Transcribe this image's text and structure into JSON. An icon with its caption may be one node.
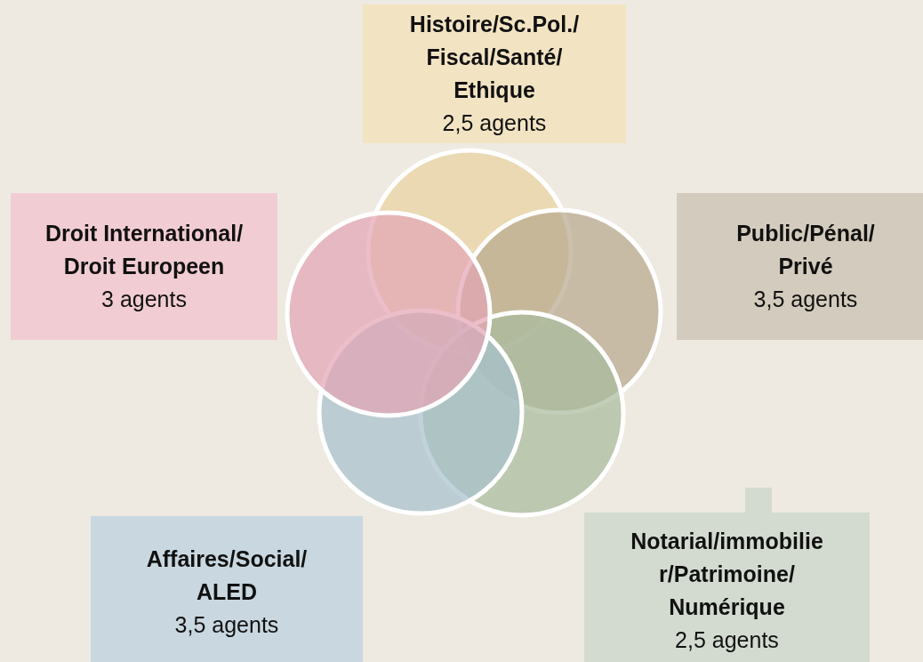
{
  "diagram": {
    "nodes": [
      {
        "text": [
          "Histoire/Sc.Pol./ Fiscal/Santé/ Ethique",
          "2,5 agents"
        ]
      },
      {
        "text": [
          "Droit International/ Droit Europeen",
          "3 agents"
        ]
      },
      {
        "text": [
          "Public/Pénal/ Privé",
          "3,5 agents"
        ]
      },
      {
        "text": [
          "Affaires/Social/ ALED",
          "3,5 agents"
        ]
      },
      {
        "text": [
          "Notarial/immobilie r/Patrimoine/ Numérique",
          "2,5 agents"
        ]
      }
    ],
    "edges": []
  }
}
